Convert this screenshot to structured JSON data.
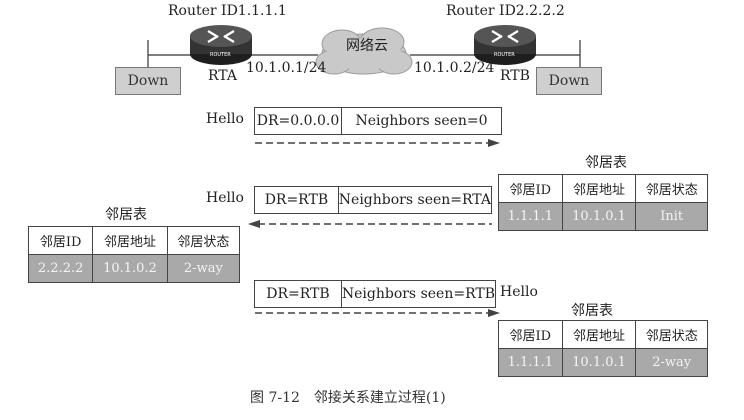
{
  "routers": {
    "a": {
      "id_label": "Router ID1.1.1.1",
      "name": "RTA",
      "ip": "10.1.0.1/24",
      "state": "Down",
      "icon_text": "ROUTER"
    },
    "b": {
      "id_label": "Router ID2.2.2.2",
      "name": "RTB",
      "ip": "10.1.0.2/24",
      "state": "Down",
      "icon_text": "ROUTER"
    }
  },
  "cloud": {
    "label": "网络云"
  },
  "messages": [
    {
      "label": "Hello",
      "dr": "DR=0.0.0.0",
      "neighbors": "Neighbors seen=0",
      "direction": "right"
    },
    {
      "label": "Hello",
      "dr": "DR=RTB",
      "neighbors": "Neighbors seen=RTA",
      "direction": "left"
    },
    {
      "label": "Hello",
      "dr": "DR=RTB",
      "neighbors": "Neighbors seen=RTB",
      "direction": "right"
    }
  ],
  "tables": {
    "rtb_first": {
      "title": "邻居表",
      "headers": [
        "邻居ID",
        "邻居地址",
        "邻居状态"
      ],
      "row": [
        "1.1.1.1",
        "10.1.0.1",
        "Init"
      ]
    },
    "rta": {
      "title": "邻居表",
      "headers": [
        "邻居ID",
        "邻居地址",
        "邻居状态"
      ],
      "row": [
        "2.2.2.2",
        "10.1.0.2",
        "2-way"
      ]
    },
    "rtb_second": {
      "title": "邻居表",
      "headers": [
        "邻居ID",
        "邻居地址",
        "邻居状态"
      ],
      "row": [
        "1.1.1.1",
        "10.1.0.1",
        "2-way"
      ]
    }
  },
  "caption": "图 7-12　邻接关系建立过程(1)"
}
